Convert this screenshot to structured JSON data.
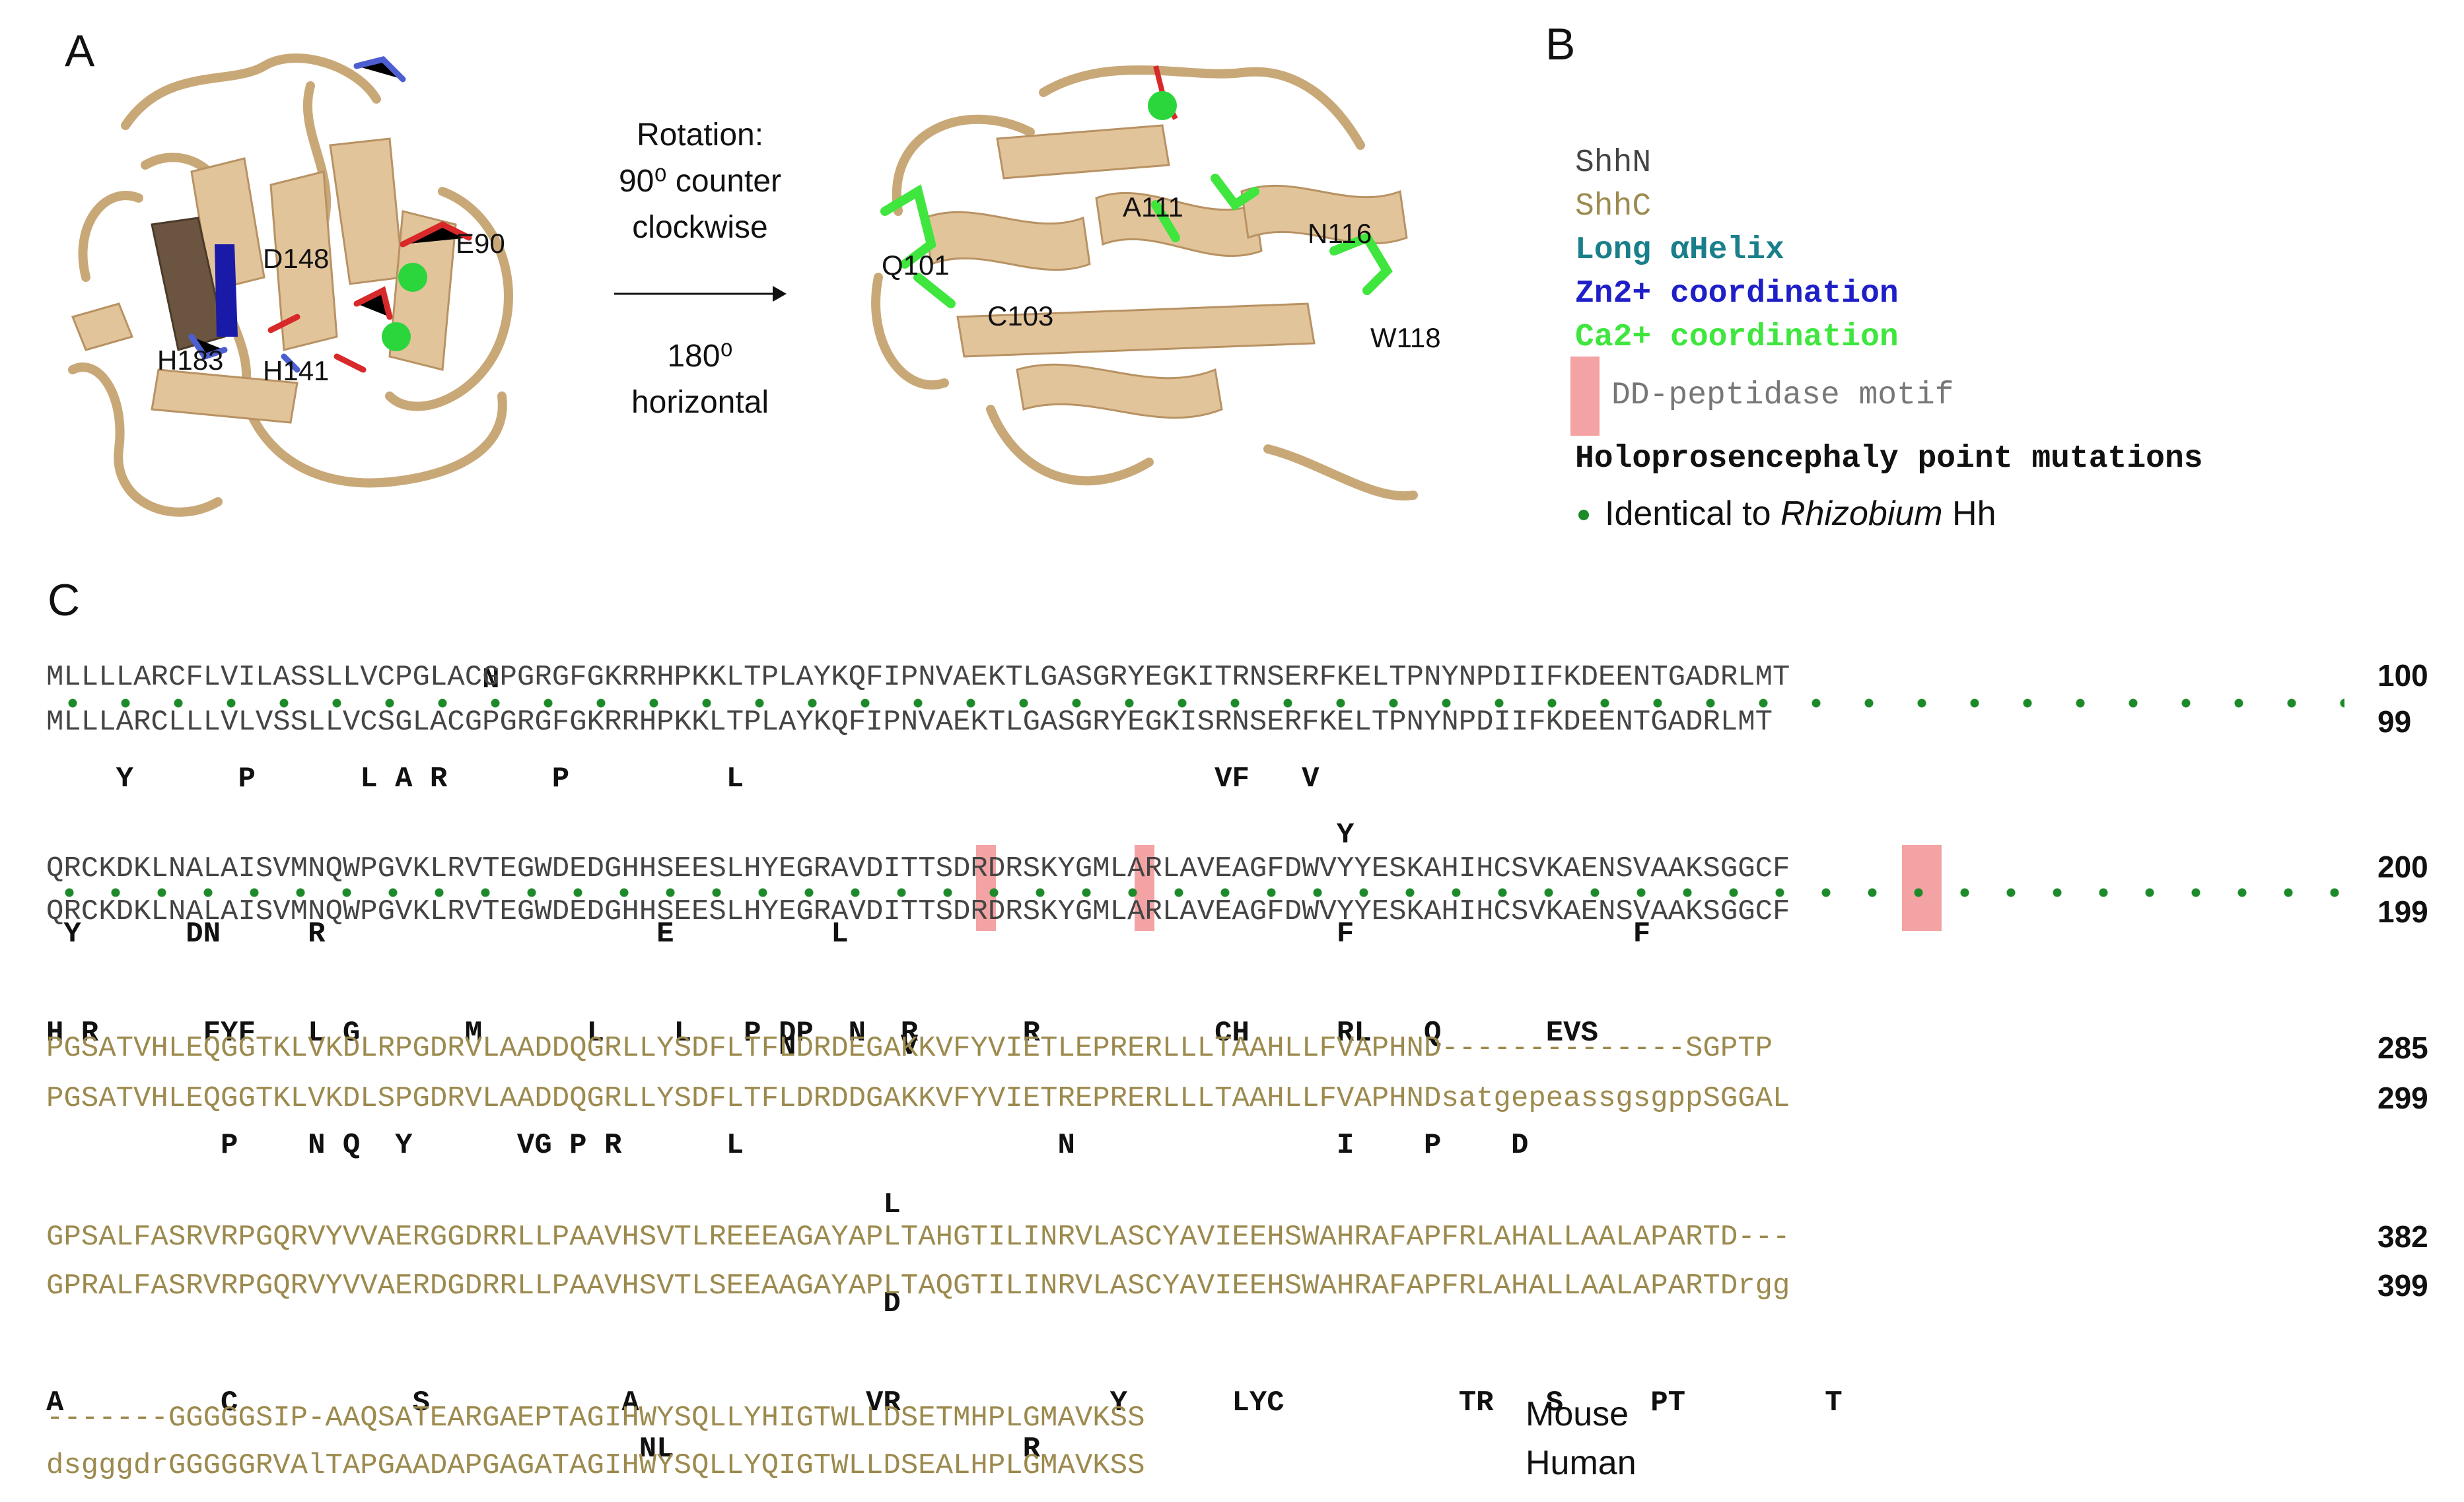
{
  "panels": {
    "a": "A",
    "b": "B",
    "c": "C"
  },
  "structure_left": {
    "residue_labels": [
      "E90",
      "D148",
      "H183",
      "H141"
    ]
  },
  "structure_right": {
    "residue_labels": [
      "Q101",
      "A111",
      "N116",
      "C103",
      "W118"
    ]
  },
  "rotation": {
    "line1": "Rotation:",
    "line2": "90⁰ counter",
    "line3": "clockwise",
    "line4": "180⁰",
    "line5": "horizontal"
  },
  "legend": {
    "shhn": "ShhN",
    "shhc": "ShhC",
    "helix": "Long αHelix",
    "zn": "Zn2+ coordination",
    "ca": "Ca2+ coordination",
    "dd": "DD-peptidase motif",
    "hpe": "Holoprosencephaly point mutations",
    "identical_prefix": "Identical to ",
    "identical_species": "Rhizobium",
    "identical_suffix": " Hh"
  },
  "colors": {
    "shhn": "#444444",
    "shhc": "#9c8a4e",
    "helix": "#1a7f8a",
    "zn": "#1f1fc8",
    "ca": "#3ee63e",
    "dd_box": "#f3a3a3",
    "dot": "#1d8a2a",
    "ribbon": "#e6c9a0"
  },
  "alignment": {
    "block1": {
      "mut_row1": "                         N                                              ",
      "mut_row2": "    Y      P      L A R      P         L                           VF   V",
      "mouse": "MLLLLARCFLVILASSLLVCPGLACGPGRGFGKRRHPKKLTPLAYKQFIPNVAEKTLGASGRYEGKITRNSERFKELTPNYNPDIIFKDEENTGADRLMT",
      "human": "MLLLARCLLLVLVSSLLVCSGLACGPGRGFGKRRHPKKLTPLAYKQFIPNVAEKTLGASGRYEGKISRNSERFKELTPNYNPDIIFKDEENTGADRLMT",
      "num_mouse": "100",
      "num_human": "99"
    },
    "block2": {
      "mut_row1": "                                                                          Y",
      "mut_row2": " Y      DN     R                   E         L                            F                F",
      "mut_row3": "H R      FYF   L G      M      L    L   P DP  N  R      R          CH     RL   Q      EVS",
      "mouse": "QRCKDKLNALAISVMNQWPGVKLRVTEGWDEDGHHSEESLHYEGRAVDITTSDRDRSKYGMLARLAVEAGFDWVYYESKAHIHCSVKAENSVAAKSGGCF",
      "human": "QRCKDKLNALAISVMNQWPGVKLRVTEGWDEDGHHSEESLHYEGRAVDITTSDRDRSKYGMLARLAVEAGFDWVYYESKAHIHCSVKAENSVAAKSGGCF",
      "num_mouse": "200",
      "num_human": "199"
    },
    "block3": {
      "mut_row1": "                                          N      V",
      "mut_row2": "          P    N Q  Y      VG P R      L                  N               I    P    D",
      "mouse": "PGSATVHLEQGGTKLVKDLRPGDRVLAADDQGRLLYSDFLTFLDRDEGAKKVFYVIETLEPRERLLLTAAHLLFVAPHND--------------SGPTP",
      "human": "PGSATVHLEQGGTKLVKDLSPGDRVLAADDQGRLLYSDFLTFLDRDDGAKKVFYVIETREPRERLLLTAAHLLFVAPHNDsatgepeassgsgppSGGAL",
      "num_mouse": "285",
      "num_human": "299"
    },
    "block4": {
      "mut_row1": "                                                L",
      "mut_row2": "                                                D",
      "mut_row3": "A         C          S           A             VR            Y      LYC          TR   S     PT        T",
      "mouse": "GPSALFASRVRPGQRVYVVAERGGDRRLLPAAVHSVTLREEEAGAYAPLTAHGTILINRVLASCYAVIEEHSWAHRAFAPFRLAHALLAALAPARTD---",
      "human": "GPRALFASRVRPGQRVYVVAERDGDRRLLPAAVHSVTLSEEAAGAYAPLTAQGTILINRVLASCYAVIEEHSWAHRAFAPFRLAHALLAALAPARTDrgg",
      "num_mouse": "382",
      "num_human": "399"
    },
    "block5": {
      "mut_row1": "                                  NL                    R",
      "mouse": "-------GGGGGSIP-AAQSATEARGAEPTAGIHWYSQLLYHIGTWLLDSETMHPLGMAVKSS",
      "human": "dsgggdrGGGGGRVAlTAPGAADAPGAGATAGIHWYSQLLYQIGTWLLDSEALHPLGMAVKSS",
      "species_mouse": "Mouse",
      "species_human": "Human"
    }
  }
}
